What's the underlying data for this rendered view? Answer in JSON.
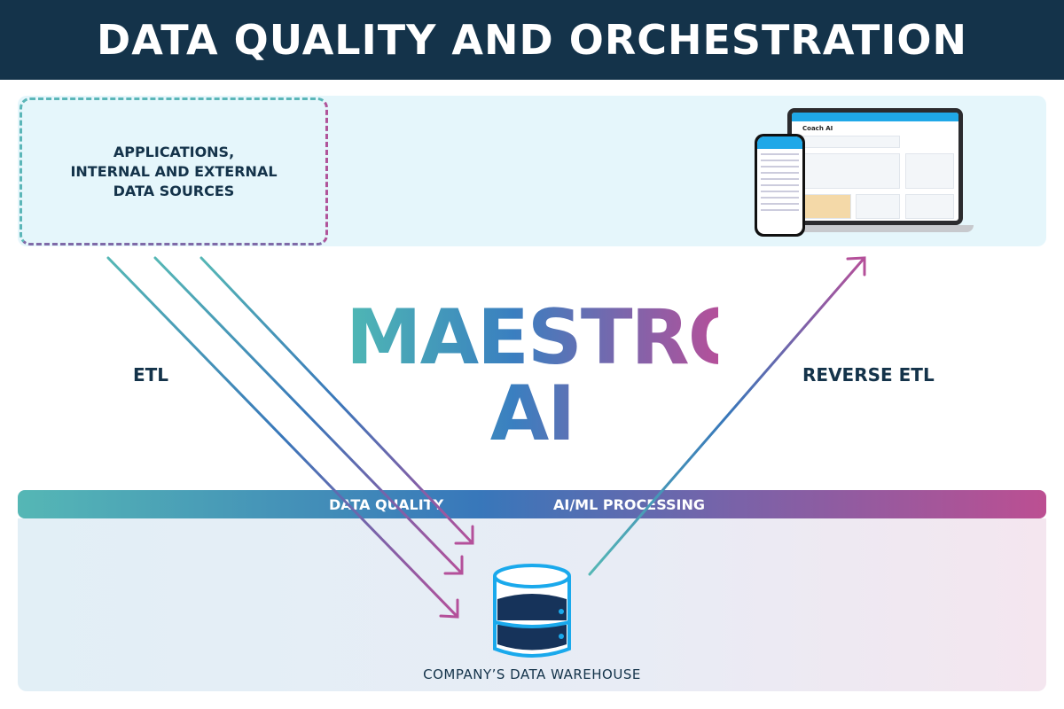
{
  "header": {
    "title": "DATA QUALITY AND ORCHESTRATION"
  },
  "sources": {
    "label": "APPLICATIONS,\nINTERNAL AND EXTERNAL\nDATA SOURCES"
  },
  "device_mockup": {
    "app_title": "Coach AI"
  },
  "labels": {
    "etl": "ETL",
    "reverse_etl": "REVERSE ETL"
  },
  "brand": {
    "line1": "MAESTRO",
    "line2": "AI"
  },
  "bar": {
    "data_quality": "DATA QUALITY",
    "ai_ml": "AI/ML PROCESSING"
  },
  "warehouse": {
    "label": "COMPANY’S DATA WAREHOUSE",
    "icon": "database-icon"
  },
  "colors": {
    "header": "#14334a",
    "teal": "#55b7b5",
    "blue": "#3877ba",
    "magenta": "#bc4f92",
    "db": "#1aa9ec"
  }
}
